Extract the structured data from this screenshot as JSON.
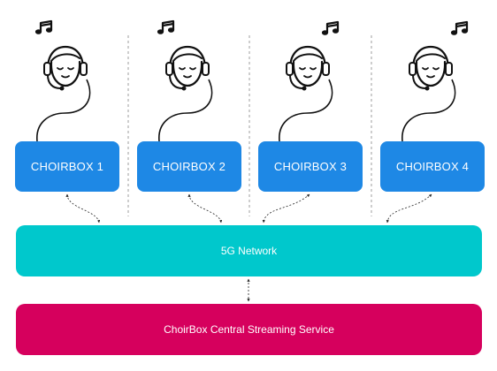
{
  "diagram": {
    "choirboxes": [
      {
        "label": "CHOIRBOX 1"
      },
      {
        "label": "CHOIRBOX 2"
      },
      {
        "label": "CHOIRBOX 3"
      },
      {
        "label": "CHOIRBOX 4"
      }
    ],
    "network": {
      "label": "5G Network"
    },
    "service": {
      "label": "ChoirBox Central Streaming Service"
    }
  },
  "icons": {
    "singer": "singer-with-headset-icon",
    "music": "music-notes-icon"
  },
  "colors": {
    "choirbox": "#1e88e5",
    "network": "#00c8cc",
    "service": "#d6005d",
    "line": "#222222",
    "divider": "#9e9e9e"
  }
}
